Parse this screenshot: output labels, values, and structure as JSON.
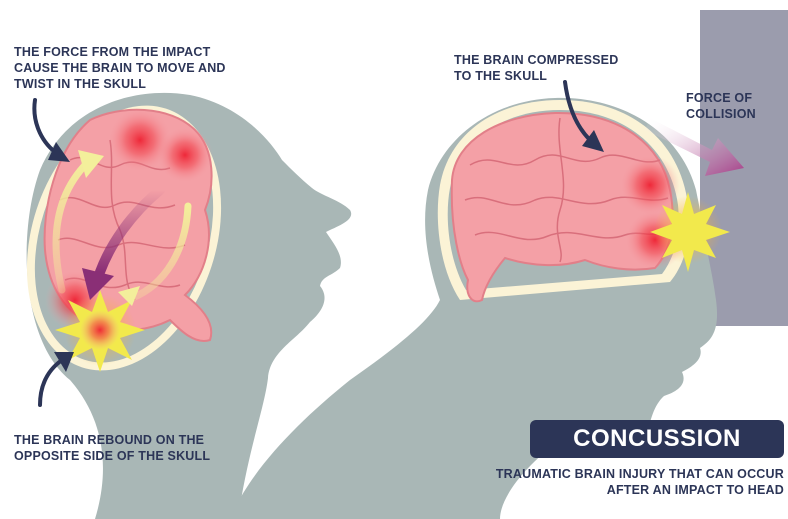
{
  "labels": {
    "force_impact": "THE FORCE FROM THE IMPACT\nCAUSE THE BRAIN TO MOVE AND\nTWIST IN THE SKULL",
    "brain_compressed": "THE BRAIN COMPRESSED\nTO THE SKULL",
    "force_collision": "FORCE OF\nCOLLISION",
    "brain_rebound": "THE BRAIN REBOUND ON THE\nOPPOSITE SIDE OF THE SKULL"
  },
  "title": "CONCUSSION",
  "subtitle": "TRAUMATIC BRAIN INJURY THAT CAN OCCUR\nAFTER AN IMPACT TO HEAD",
  "colors": {
    "silhouette": "#a9b7b6",
    "skull_rim": "#fbf3d6",
    "brain": "#f4a0a6",
    "brain_fold": "#d96f7c",
    "impact_glow": "#ee2233",
    "starburst": "#f2e94c",
    "label_text": "#2c3557",
    "wall": "#9b9cad",
    "collision_arrow": "#a63a86",
    "motion_arrow_yellow": "#f3ef9b",
    "motion_arrow_purple": "#8a2f76"
  }
}
